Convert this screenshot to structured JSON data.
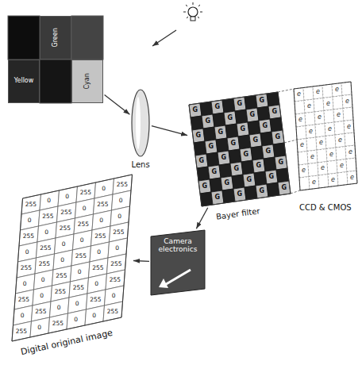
{
  "diagram": {
    "nodes": [
      {
        "text": [
          "Green"
        ]
      },
      {
        "text": [
          "Yellow"
        ]
      },
      {
        "text": [
          "Cyan"
        ]
      },
      {
        "text": [
          "Lens"
        ]
      },
      {
        "text": [
          "Bayer filter"
        ]
      },
      {
        "text": [
          "CCD & CMOS"
        ]
      },
      {
        "text": [
          "Camera electronics"
        ]
      },
      {
        "text": [
          "Digital original image"
        ]
      }
    ],
    "edges": [
      {
        "from": 2,
        "to": 3,
        "arrow": "to"
      },
      {
        "from": 3,
        "to": 4,
        "arrow": "to"
      },
      {
        "from": 4,
        "to": 6,
        "arrow": "to"
      },
      {
        "from": 6,
        "to": 7,
        "arrow": "to"
      }
    ],
    "labels": [
      "G",
      "G",
      "G",
      "G",
      "G",
      "G",
      "G",
      "G",
      "G",
      "G",
      "G",
      "G",
      "G",
      "G",
      "G",
      "G",
      "G",
      "G",
      "G",
      "G",
      "G",
      "G",
      "G",
      "G",
      "G",
      "G",
      "G",
      "G",
      "G",
      "G",
      "G",
      "G",
      "e",
      "e",
      "e",
      "e",
      "e",
      "e",
      "e",
      "e",
      "e",
      "e",
      "e",
      "e",
      "e",
      "e",
      "e",
      "e",
      "e",
      "e",
      "e",
      "e",
      "e",
      "e",
      "e",
      "e",
      "255",
      "0",
      "0",
      "255",
      "0",
      "255",
      "0",
      "255",
      "255",
      "0",
      "255",
      "0",
      "255",
      "0",
      "255",
      "255",
      "0",
      "0",
      "0",
      "255",
      "0",
      "0",
      "255",
      "255",
      "255",
      "255",
      "0",
      "255",
      "0",
      "0",
      "0",
      "0",
      "255",
      "0",
      "255",
      "255",
      "255",
      "0",
      "255",
      "255",
      "0",
      "255",
      "0",
      "255",
      "0",
      "0",
      "255",
      "0",
      "255",
      "0",
      "255",
      "0",
      "0",
      "255"
    ]
  }
}
